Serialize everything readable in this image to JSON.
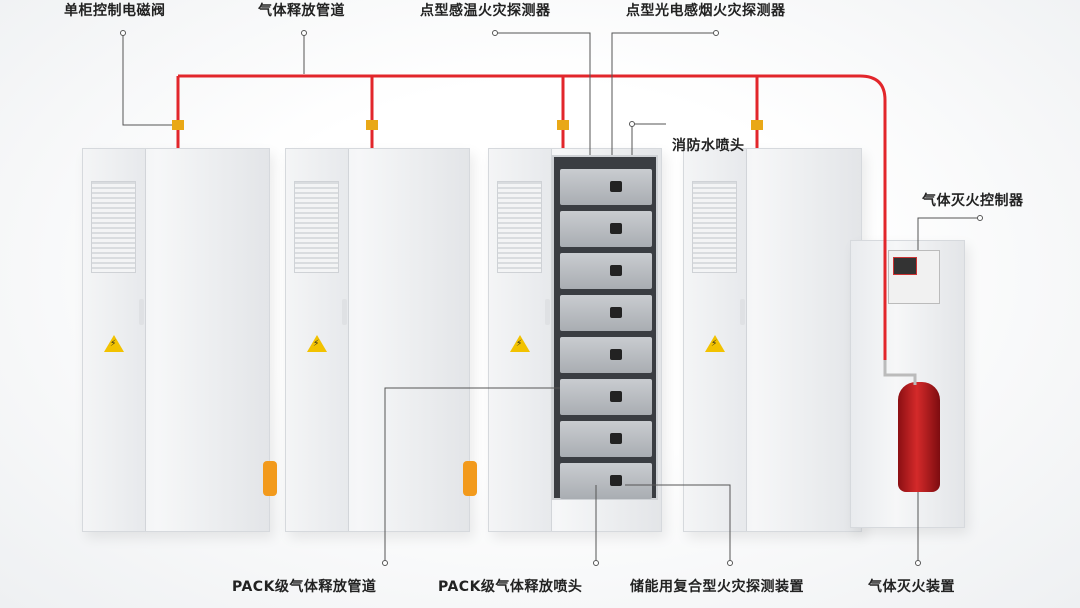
{
  "labels": {
    "solenoid_valve": "单柜控制电磁阀",
    "gas_pipe": "气体释放管道",
    "heat_detector": "点型感温火灾探测器",
    "smoke_detector": "点型光电感烟火灾探测器",
    "water_sprinkler": "消防水喷头",
    "gas_controller": "气体灭火控制器",
    "pack_pipe": "PACK级气体释放管道",
    "pack_nozzle": "PACK级气体释放喷头",
    "composite_detector": "储能用复合型火灾探测装置",
    "gas_extinguisher": "气体灭火装置"
  },
  "colors": {
    "pipe": "#e2262b",
    "accent": "#f29a1c",
    "warning": "#f2c200"
  }
}
